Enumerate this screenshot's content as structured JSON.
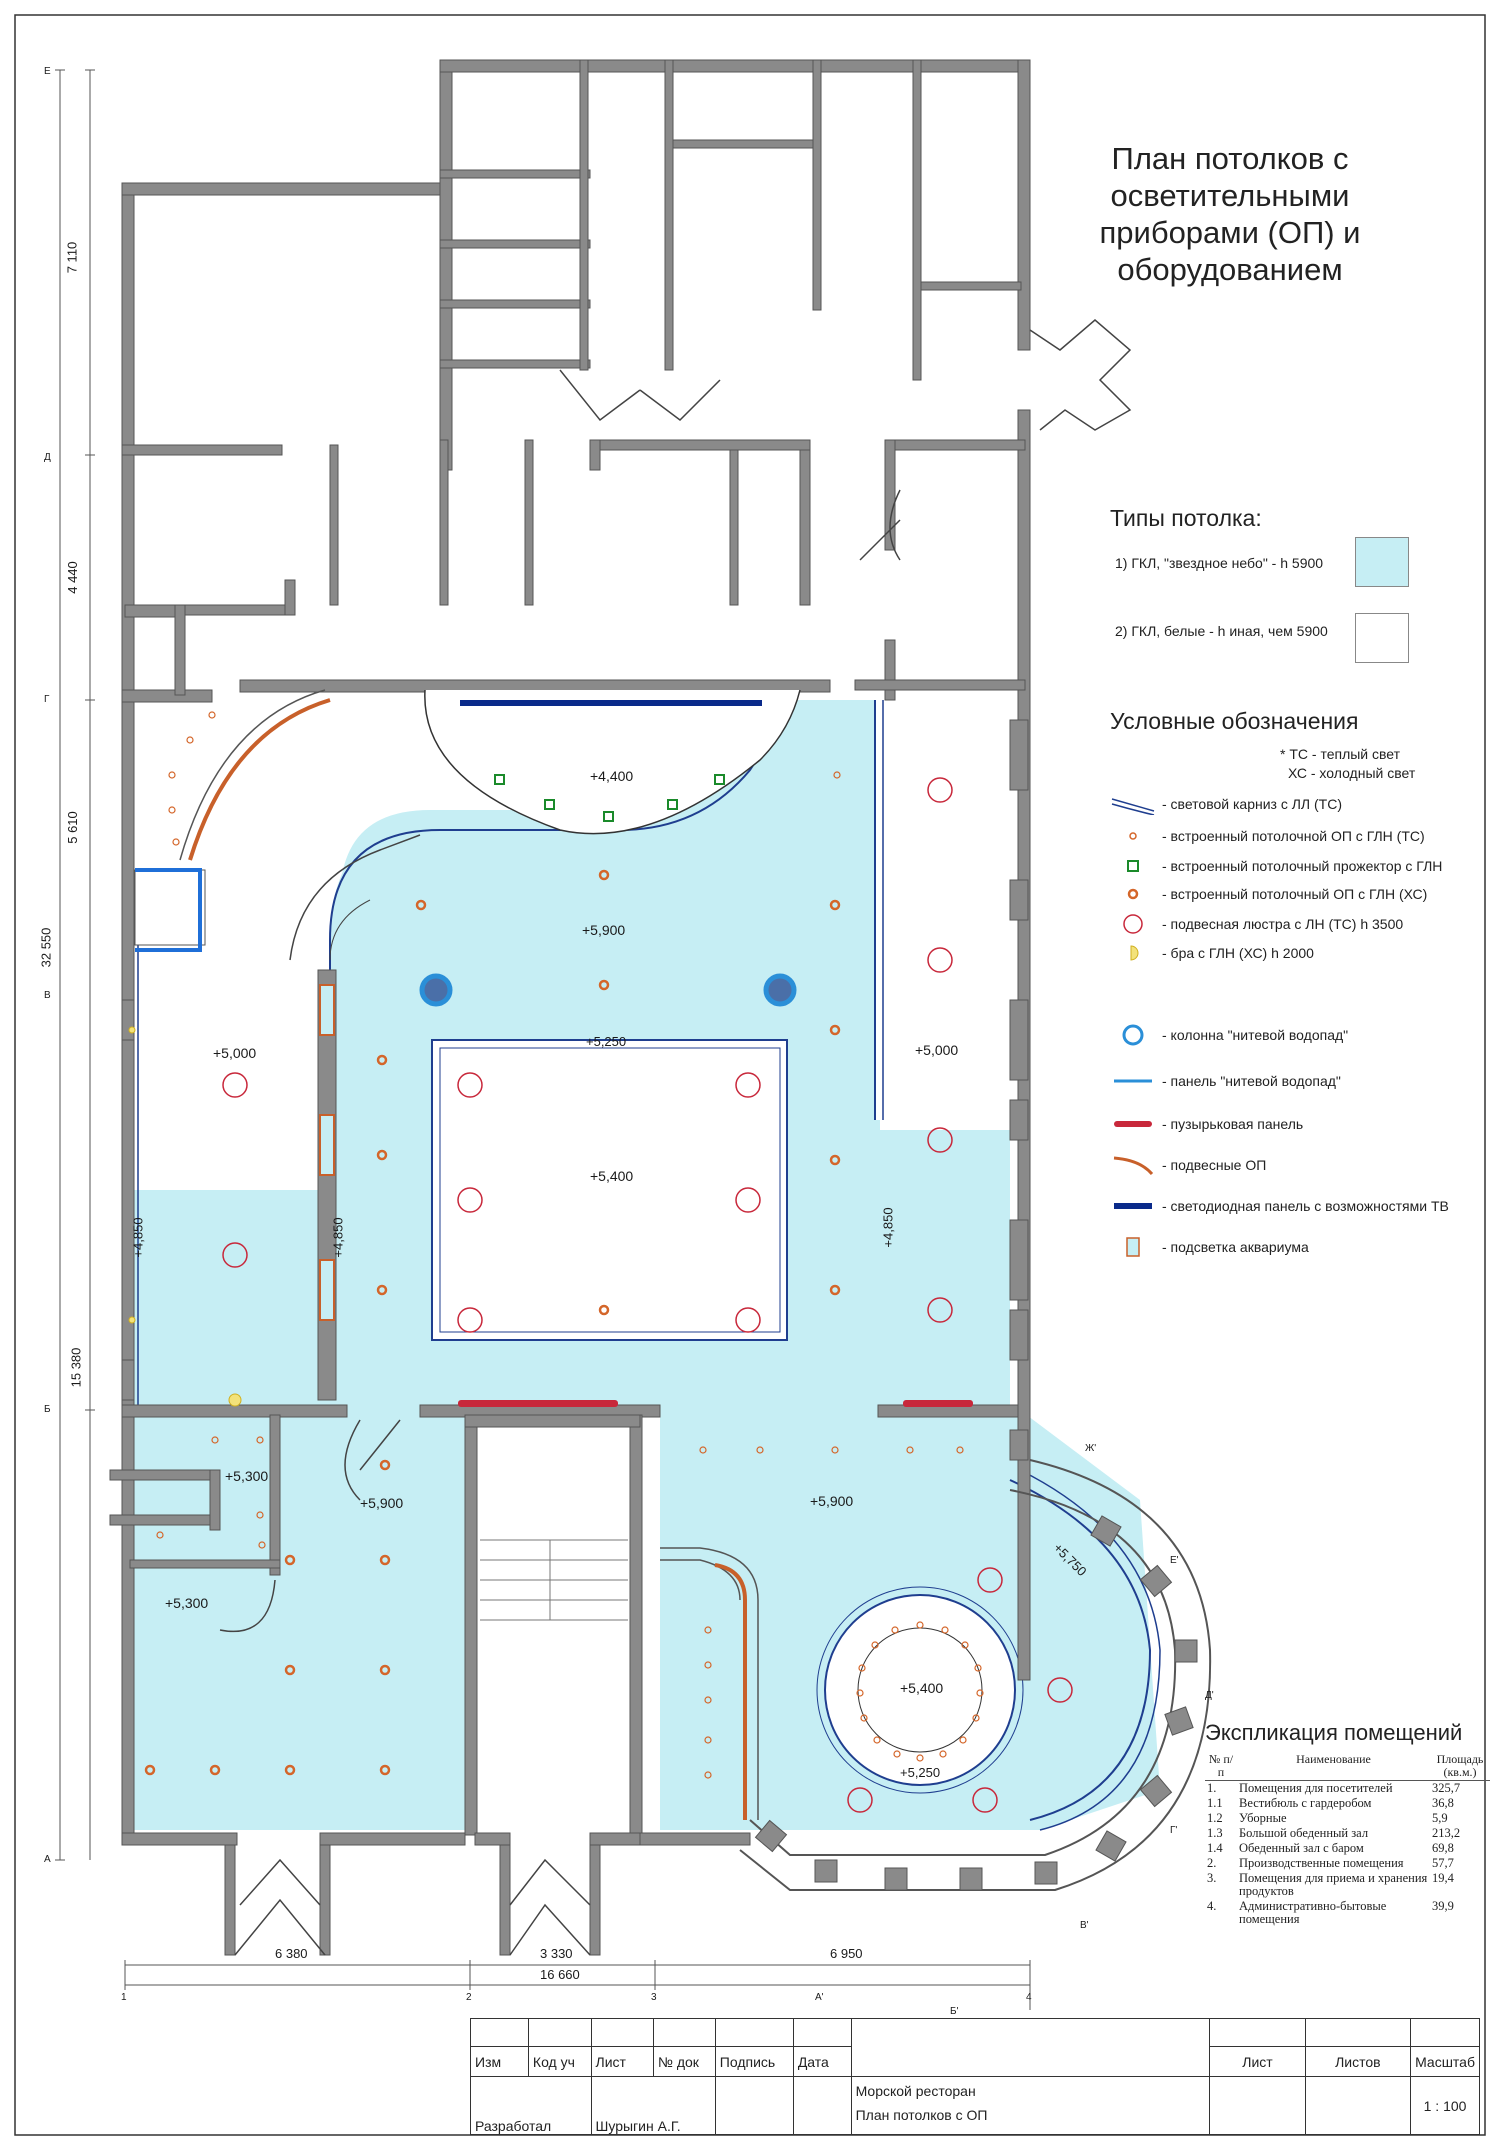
{
  "title": "План потолков с осветительными приборами (ОП) и оборудованием",
  "ceiling_types": {
    "heading": "Типы потолка:",
    "items": [
      {
        "label": "1)  ГКЛ, \"звездное небо\" - h 5900",
        "color": "#c6eef4"
      },
      {
        "label": "2) ГКЛ, белые - h иная, чем 5900",
        "color": "#ffffff"
      }
    ]
  },
  "legend": {
    "heading": "Условные обозначения",
    "note_1": "* ТС - теплый свет",
    "note_2": "ХС - холодный свет",
    "items": [
      {
        "icon": "light-cove-icon",
        "label": "- световой карниз с ЛЛ (ТС)"
      },
      {
        "icon": "warm-downlight-icon",
        "label": "- встроенный потолочной ОП с ГЛН (ТС)"
      },
      {
        "icon": "spot-projector-icon",
        "label": "- встроенный потолочный прожектор с ГЛН"
      },
      {
        "icon": "cold-downlight-icon",
        "label": "- встроенный потолочный ОП с ГЛН (ХС)"
      },
      {
        "icon": "chandelier-icon",
        "label": "- подвесная люстра с ЛН (ТС) h 3500"
      },
      {
        "icon": "wall-sconce-icon",
        "label": "- бра с ГЛН (ХС) h 2000"
      },
      {
        "icon": "water-column-icon",
        "label": "- колонна \"нитевой водопад\""
      },
      {
        "icon": "water-panel-icon",
        "label": "- панель \"нитевой водопад\""
      },
      {
        "icon": "bubble-panel-icon",
        "label": "- пузырьковая панель"
      },
      {
        "icon": "pendant-light-icon",
        "label": "- подвесные ОП"
      },
      {
        "icon": "led-tv-panel-icon",
        "label": "- светодиодная панель с возможностями ТВ"
      },
      {
        "icon": "aquarium-light-icon",
        "label": "- подсветка аквариума"
      }
    ]
  },
  "levels": {
    "l4400": "+4,400",
    "l5900a": "+5,900",
    "l5250a": "+5,250",
    "l5400a": "+5,400",
    "l5000a": "+5,000",
    "l5000b": "+5,000",
    "l4850a": "+4,850",
    "l4850b": "+4,850",
    "l4850c": "+4,850",
    "l5300a": "+5,300",
    "l5300b": "+5,300",
    "l5900b": "+5,900",
    "l5900c": "+5,900",
    "l5750": "+5,750",
    "l5400b": "+5,400",
    "l5250b": "+5,250"
  },
  "dimensions": {
    "left": [
      "7 110",
      "4 440",
      "5 610",
      "15 380",
      "32 550"
    ],
    "bottom": [
      "6 380",
      "3 330",
      "6 950",
      "16 660"
    ]
  },
  "axes": {
    "left": [
      "Е",
      "Д",
      "Г",
      "В",
      "Б",
      "А"
    ],
    "bottom": [
      "1",
      "2",
      "3",
      "А'",
      "4",
      "Б'"
    ],
    "right": [
      "Ж'",
      "Е'",
      "Д'",
      "Г'",
      "В'"
    ]
  },
  "explication": {
    "title": "Экспликация помещений",
    "headers": [
      "№ п/п",
      "Наименование",
      "Площадь (кв.м.)"
    ],
    "rows": [
      [
        "1.",
        "Помещения для посетителей",
        "325,7"
      ],
      [
        "1.1",
        "Вестибюль с гардеробом",
        "36,8"
      ],
      [
        "1.2",
        "Уборные",
        "5,9"
      ],
      [
        "1.3",
        "Большой обеденный зал",
        "213,2"
      ],
      [
        "1.4",
        "Обеденный зал с баром",
        "69,8"
      ],
      [
        "2.",
        "Производственные помещения",
        "57,7"
      ],
      [
        "3.",
        "Помещения для приема и хранения продуктов",
        "19,4"
      ],
      [
        "4.",
        "Административно-бытовые помещения",
        "39,9"
      ]
    ]
  },
  "stamp": {
    "izm": "Изм",
    "kod": "Код уч",
    "list": "Лист",
    "ndok": "№ док",
    "podpis": "Подпись",
    "data": "Дата",
    "razrab": "Разработал",
    "author": "Шурыгин А.Г.",
    "project": "Морской ресторан",
    "sheet_title": "План потолков с ОП",
    "list_h": "Лист",
    "listov_h": "Листов",
    "masshtab_h": "Масштаб",
    "scale": "1 : 100"
  },
  "colors": {
    "ceiling": "#c6eef4",
    "wall": "#7a7a7a",
    "cove": "#1f3e8f",
    "warm": "#d4662a",
    "chandelier": "#c8283b",
    "led": "#0a2a8a",
    "bubble": "#c8283b",
    "water": "#2a8fd8",
    "pendant": "#c8602a"
  }
}
